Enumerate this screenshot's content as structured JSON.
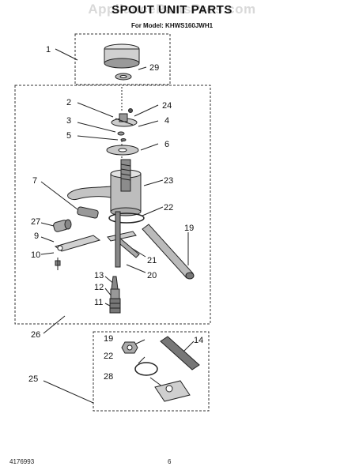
{
  "watermark": "AppliancePartsPros.com",
  "header": {
    "title": "SPOUT UNIT PARTS",
    "model": "For Model: KHWS160JWH1"
  },
  "footer": {
    "doc_number": "4176993",
    "page_number": "6"
  },
  "callouts": {
    "c1": "1",
    "c29": "29",
    "c2": "2",
    "c24": "24",
    "c3": "3",
    "c4": "4",
    "c5": "5",
    "c6": "6",
    "c7": "7",
    "c23": "23",
    "c22": "22",
    "c27": "27",
    "c19": "19",
    "c9": "9",
    "c21": "21",
    "c10": "10",
    "c20": "20",
    "c13": "13",
    "c12": "12",
    "c11": "11",
    "c19b": "19",
    "c14": "14",
    "c22b": "22",
    "c28": "28",
    "c26": "26",
    "c25": "25"
  }
}
